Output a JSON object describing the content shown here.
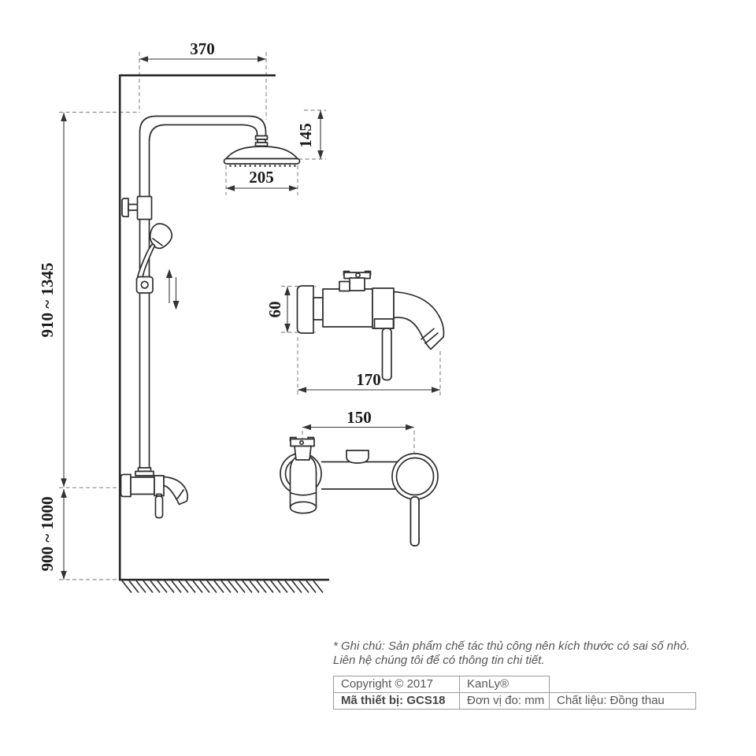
{
  "drawing": {
    "title": "shower-set-technical-drawing",
    "units": "mm",
    "dimensions": {
      "arm_width": "370",
      "head_drop": "145",
      "head_diameter": "205",
      "riser_height_range": "910 ~ 1345",
      "valve_body_height": "60",
      "valve_depth": "170",
      "valve_center_distance": "150",
      "install_height_range": "900 ~ 1000"
    }
  },
  "footer": {
    "note": {
      "line1": "* Ghi chú: Sản phẩm chế tác thủ công nên kích thước có sai số nhỏ.",
      "line2": "Liên hệ chúng tôi để có thông tin chi tiết."
    },
    "spec_table": {
      "rows": [
        [
          "Copyright © 2017",
          "KanLy®"
        ],
        [
          "Mã thiết bị: GCS18",
          "Đơn vị đo: mm",
          "Chất liệu: Đồng thau"
        ]
      ]
    }
  },
  "colors": {
    "ink": "#2e2e2e",
    "dimension_line": "#3a3a3a",
    "extension_dash": "#8c8c8c",
    "footer_text": "#55565a",
    "table_border": "#9b9b9b",
    "background": "#ffffff"
  }
}
